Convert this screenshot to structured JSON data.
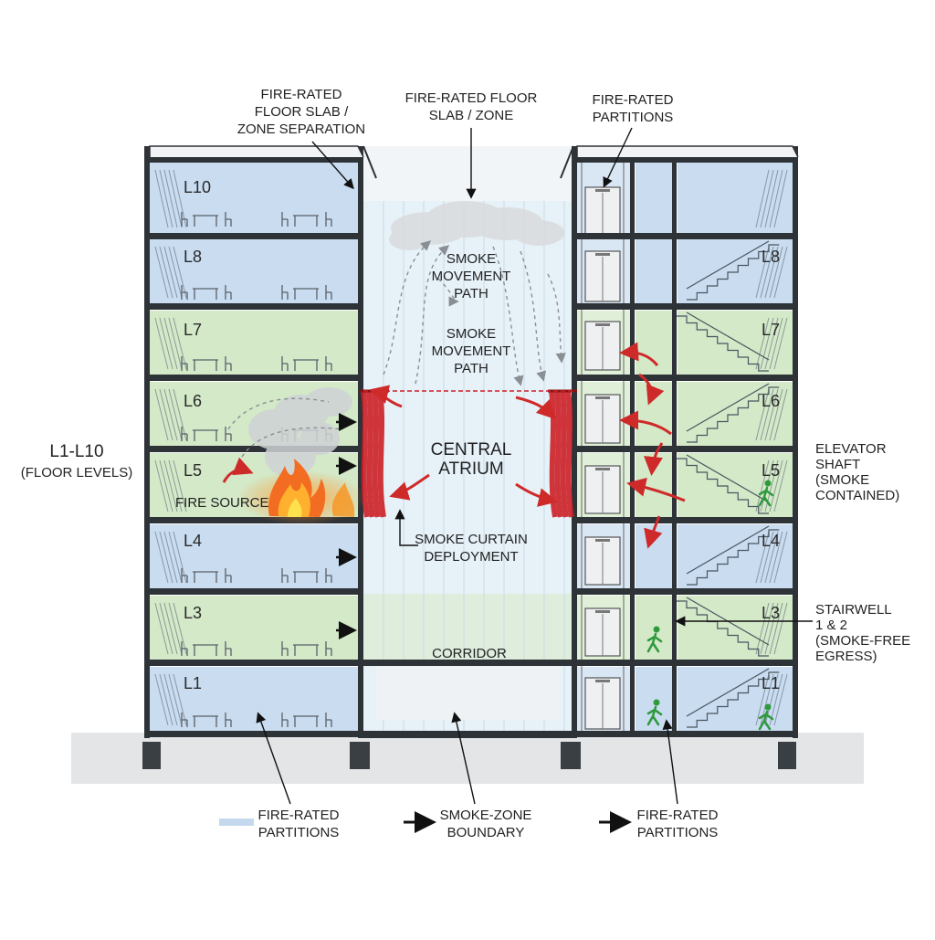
{
  "colors": {
    "blue_zone": "#c9dcf0",
    "green_zone": "#d3e9c8",
    "atrium": "#e6f1f8",
    "structure": "#2e3338",
    "smoke_curtain": "#cc1f25",
    "fire_arrow": "#cf2a2a",
    "exit_figure": "#2e9a3c",
    "fire_orange": "#f7931e",
    "fire_yellow": "#ffd83a"
  },
  "callouts": {
    "slab_left": [
      "FIRE-RATED",
      "FLOOR SLAB /",
      "ZONE SEPARATION"
    ],
    "slab_center": [
      "FIRE-RATED FLOOR",
      "SLAB / ZONE"
    ],
    "partitions_top": [
      "FIRE-RATED",
      "PARTITIONS"
    ],
    "floor_levels": [
      "L1-L10",
      "(FLOOR LEVELS)"
    ],
    "elevator_shaft": [
      "ELEVATOR",
      "SHAFT",
      "(SMOKE",
      "CONTAINED)"
    ],
    "stairwell": [
      "STAIRWELL",
      "1 & 2",
      "(SMOKE-FREE",
      "EGRESS)"
    ],
    "fire_source": "FIRE SOURCE",
    "central_atrium": [
      "CENTRAL",
      "ATRIUM"
    ],
    "smoke_path_upper": [
      "SMOKE",
      "MOVEMENT",
      "PATH"
    ],
    "smoke_path_lower": [
      "SMOKE",
      "MOVEMENT",
      "PATH"
    ],
    "smoke_curtain": [
      "SMOKE CURTAIN",
      "DEPLOYMENT"
    ],
    "corridor": "CORRIDOR"
  },
  "levels_left": [
    "L10",
    "L8",
    "L7",
    "L6",
    "L5",
    "L4",
    "L3",
    "L1"
  ],
  "levels_right": [
    "L8",
    "L7",
    "L6",
    "L5",
    "L4",
    "L3",
    "L1"
  ],
  "legend": [
    {
      "symbol": "swatch",
      "lines": [
        "FIRE-RATED",
        "PARTITIONS"
      ]
    },
    {
      "symbol": "arrow",
      "lines": [
        "SMOKE-ZONE",
        "BOUNDARY"
      ]
    },
    {
      "symbol": "arrow",
      "lines": [
        "FIRE-RATED",
        "PARTITIONS"
      ]
    }
  ]
}
